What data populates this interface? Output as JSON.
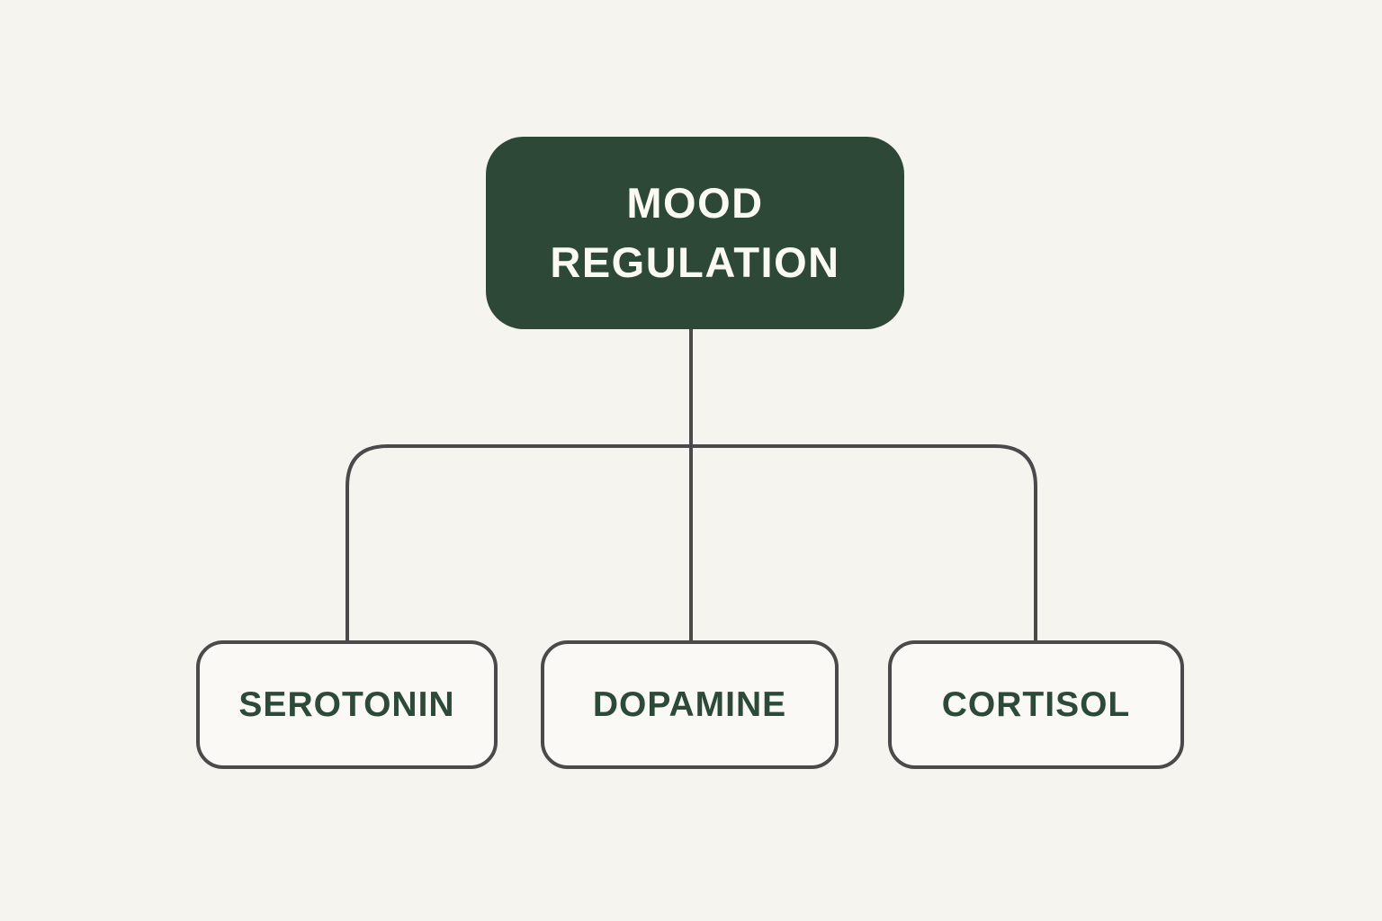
{
  "diagram": {
    "root": {
      "label": "MOOD REGULATION"
    },
    "children": [
      {
        "label": "SEROTONIN"
      },
      {
        "label": "DOPAMINE"
      },
      {
        "label": "CORTISOL"
      }
    ]
  },
  "colors": {
    "bg": "#f6f4ef",
    "root-fill": "#2d4837",
    "root-text": "#fafaf2",
    "node-fill": "#faf9f5",
    "node-text": "#2d4a38",
    "line": "#4a4a4a"
  }
}
